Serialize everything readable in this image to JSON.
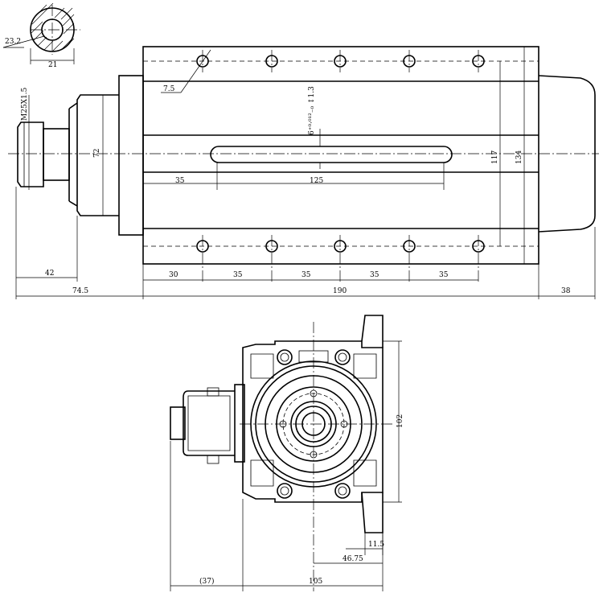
{
  "dimensions": {
    "hole_diameter": "23.2",
    "section_width": "21",
    "slot_offset_label": "7.5",
    "thread_label": "M25X1.5",
    "nose_diameter": "72",
    "slot_tolerance": "6⁺⁰·⁰¹²₋₀ ↕1.3",
    "slot_start": "35",
    "slot_length": "125",
    "hole_span_inner": "117",
    "body_height": "134",
    "nose_length": "42",
    "front_length": "74.5",
    "first_hole": "30",
    "hole_pitch": [
      "35",
      "35",
      "35",
      "35"
    ],
    "body_length": "190",
    "cap_length": "38",
    "end_height": "102",
    "flange_offset": "11.5",
    "center_offset": "46.75",
    "terminal_box": "(37)",
    "end_width": "105"
  }
}
